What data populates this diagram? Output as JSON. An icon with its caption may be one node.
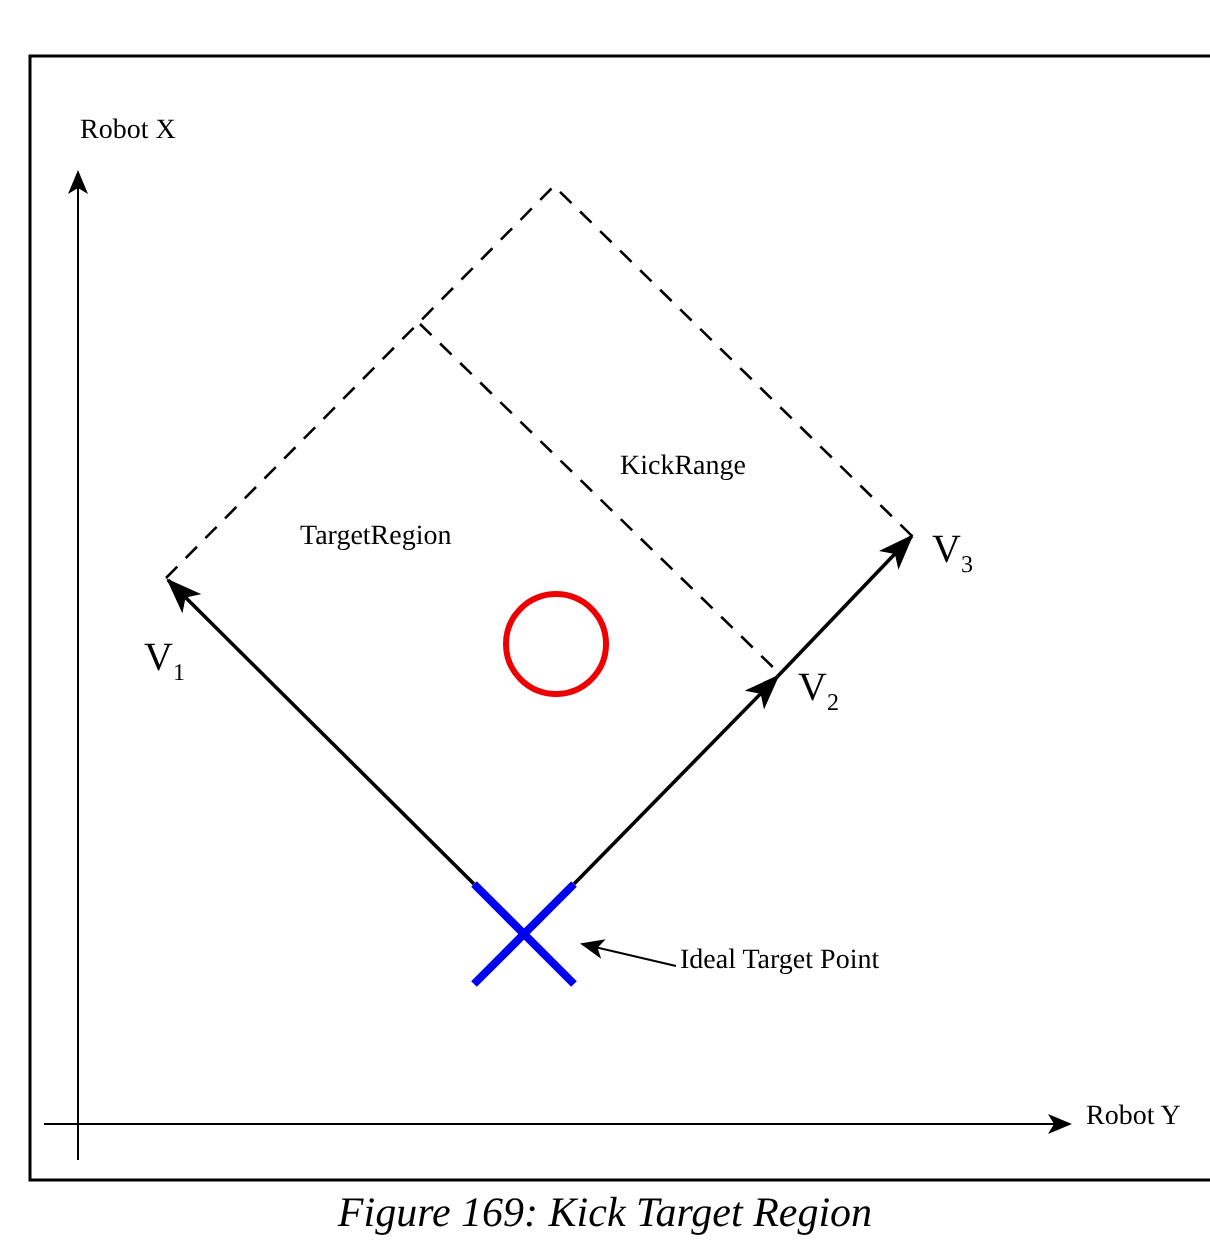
{
  "diagram": {
    "caption": "Figure 169: Kick Target Region",
    "nodes": [
      {
        "text": [
          "Ideal Target Point"
        ]
      },
      {
        "text": [],
        "shape": "cross"
      }
    ],
    "edges": [
      {
        "from": 0,
        "to": 1,
        "arrow": "to"
      }
    ],
    "labels": [
      "Robot X",
      "KickRange",
      "TargetRegion",
      "V$_{3}$",
      "V$_{1}$",
      "V$_{2}$",
      "Robot Y"
    ]
  }
}
